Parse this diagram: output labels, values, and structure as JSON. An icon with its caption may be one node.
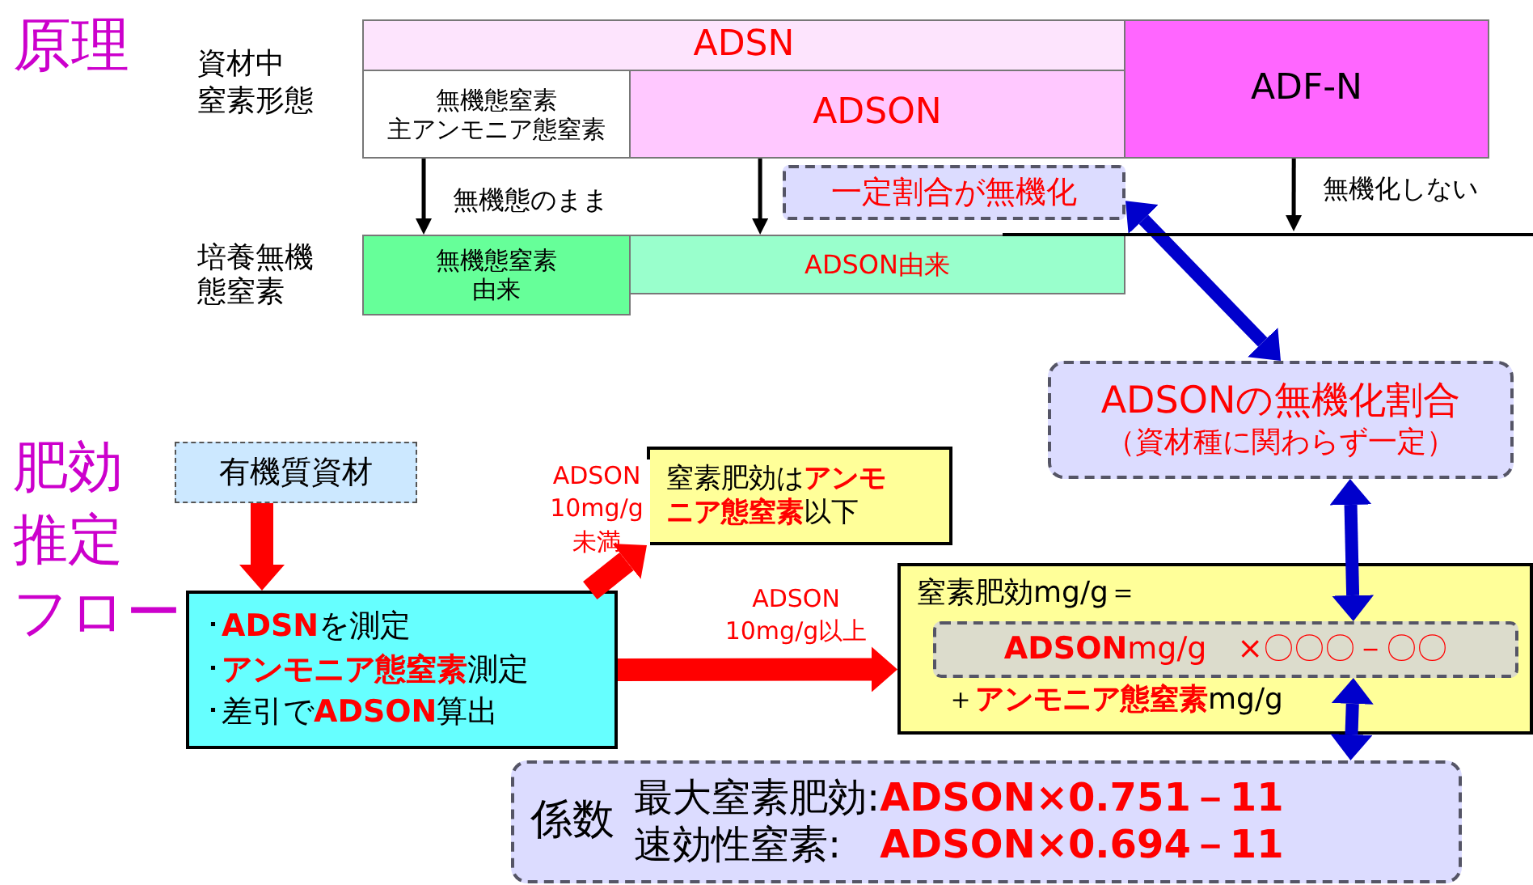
{
  "diagram": {
    "nodes": [
      {
        "text": [
          "ADSN"
        ]
      },
      {
        "text": [
          "無機態窒素",
          "主アンモニア態窒素"
        ]
      },
      {
        "text": [
          "ADSON"
        ]
      },
      {
        "text": [
          "ADF-N"
        ]
      },
      {
        "text": [
          "一定割合が無機化"
        ]
      },
      {
        "text": [
          "無機態窒素由来"
        ]
      },
      {
        "text": [
          "ADSON由来"
        ]
      },
      {
        "text": [
          "ADSONの無機化割合",
          "（資材種に関わらず一定）"
        ]
      },
      {
        "text": [
          "有機質資材"
        ]
      },
      {
        "text": [
          "･**ADSN**を測定",
          "･**アンモニア態窒素**測定",
          "･差引で**ADSON**算出"
        ]
      },
      {
        "text": [
          "窒素肥効は**アンモニア態窒素**以下"
        ]
      },
      {
        "text": [
          "窒素肥効mg/g＝",
          "＋**アンモニア態窒素**mg/g"
        ]
      },
      {
        "text": [
          "**ADSON**mg/g　×〇〇〇－〇〇"
        ],
        "in": 11
      },
      {
        "text": [
          "係数",
          "最大窒素肥効:**ADSON×0.751－11**",
          "速効性窒素:　**ADSON×0.694－11**"
        ]
      }
    ],
    "edges": [
      {
        "from": 1,
        "to": 5,
        "arrow": "to",
        "label": "無機態のまま"
      },
      {
        "from": 2,
        "to": 6,
        "arrow": "to"
      },
      {
        "from": 3,
        "to": null,
        "arrow": "to",
        "label": "無機化しない"
      },
      {
        "from": 4,
        "to": 7,
        "arrow": "both",
        "color": "#0000cc"
      },
      {
        "from": 8,
        "to": 9,
        "arrow": "to",
        "color": "#ff0000"
      },
      {
        "from": 9,
        "to": 10,
        "arrow": "to",
        "color": "#ff0000",
        "label": "ADSON 10mg/g 未満"
      },
      {
        "from": 9,
        "to": 11,
        "arrow": "to",
        "color": "#ff0000",
        "label": "ADSON 10mg/g以上"
      },
      {
        "from": 7,
        "to": 12,
        "arrow": "both",
        "color": "#0000cc"
      },
      {
        "from": 12,
        "to": 13,
        "arrow": "both",
        "color": "#0000cc"
      }
    ],
    "labels": [
      "原理",
      "資材中",
      "窒素形態",
      "培養無機態窒素",
      "肥効",
      "推定",
      "フロー"
    ]
  }
}
